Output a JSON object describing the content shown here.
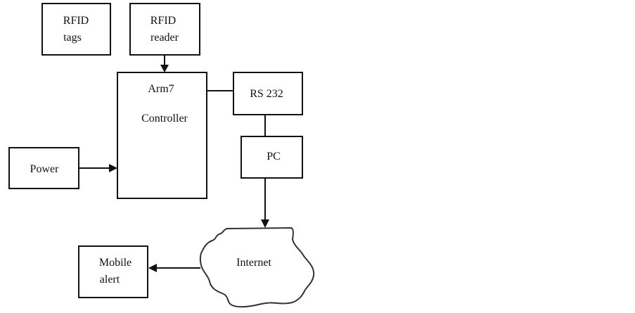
{
  "diagram": {
    "nodes": {
      "rfid_tags": {
        "line1": "RFID",
        "line2": "tags"
      },
      "rfid_reader": {
        "line1": "RFID",
        "line2": "reader"
      },
      "controller": {
        "line1": "Arm7",
        "line2": "Controller"
      },
      "rs232": {
        "label": "RS 232"
      },
      "pc": {
        "label": "PC"
      },
      "power": {
        "label": "Power"
      },
      "internet": {
        "label": "Internet"
      },
      "mobile_alert": {
        "line1": "Mobile",
        "line2": "alert"
      }
    },
    "edges": [
      {
        "from": "RFID reader",
        "to": "Arm7 Controller",
        "arrow": true
      },
      {
        "from": "Power",
        "to": "Arm7 Controller",
        "arrow": true
      },
      {
        "from": "Arm7 Controller",
        "to": "RS 232",
        "arrow": false
      },
      {
        "from": "RS 232",
        "to": "PC",
        "arrow": false
      },
      {
        "from": "PC",
        "to": "Internet",
        "arrow": true
      },
      {
        "from": "Internet",
        "to": "Mobile alert",
        "arrow": true
      }
    ],
    "colors": {
      "stroke": "#111111",
      "background": "#ffffff"
    }
  }
}
